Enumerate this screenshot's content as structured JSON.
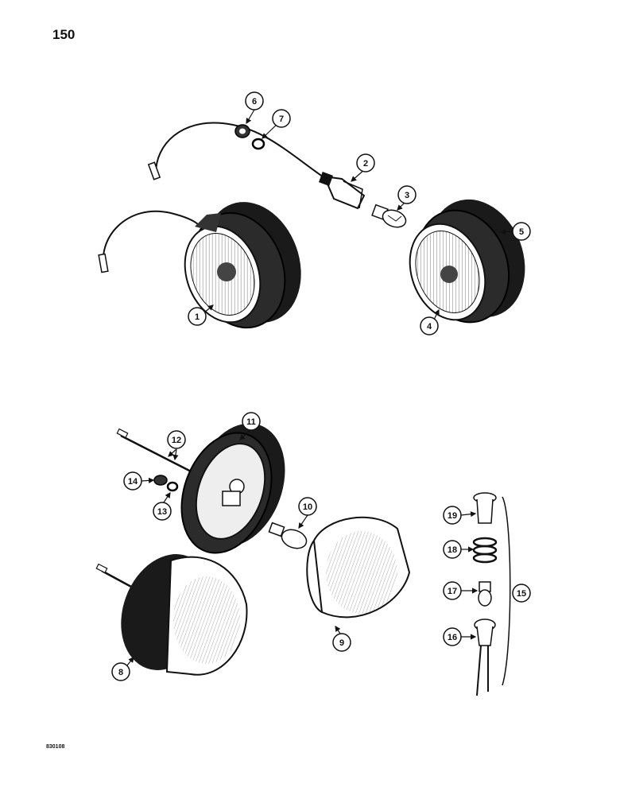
{
  "page": {
    "number": "150",
    "figure_code": "830108"
  },
  "callouts": [
    {
      "id": "c1",
      "label": "1"
    },
    {
      "id": "c2",
      "label": "2"
    },
    {
      "id": "c3",
      "label": "3"
    },
    {
      "id": "c4",
      "label": "4"
    },
    {
      "id": "c5",
      "label": "5"
    },
    {
      "id": "c6",
      "label": "6"
    },
    {
      "id": "c7",
      "label": "7"
    },
    {
      "id": "c8",
      "label": "8"
    },
    {
      "id": "c9",
      "label": "9"
    },
    {
      "id": "c10",
      "label": "10"
    },
    {
      "id": "c11",
      "label": "11"
    },
    {
      "id": "c12",
      "label": "12"
    },
    {
      "id": "c13",
      "label": "13"
    },
    {
      "id": "c14",
      "label": "14"
    },
    {
      "id": "c15",
      "label": "15"
    },
    {
      "id": "c16",
      "label": "16"
    },
    {
      "id": "c17",
      "label": "17"
    },
    {
      "id": "c18",
      "label": "18"
    },
    {
      "id": "c19",
      "label": "19"
    }
  ]
}
